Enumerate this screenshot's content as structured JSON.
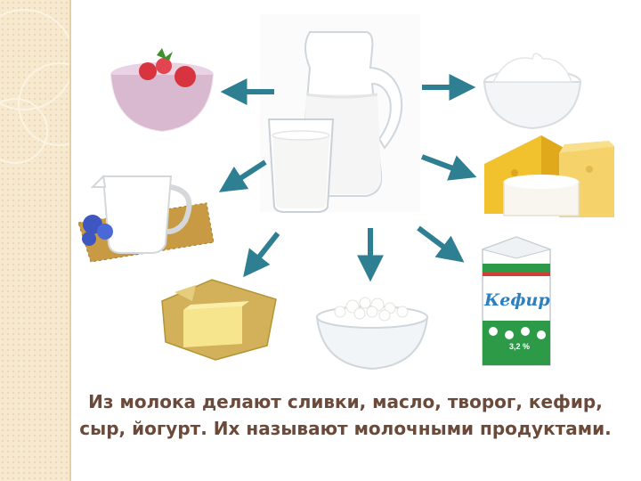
{
  "slide": {
    "caption_line1": "Из молока делают сливки, масло, творог, кефир,",
    "caption_line2": "сыр, йогурт. Их называют молочными продуктами.",
    "kefir_brand": "Кефир",
    "kefir_fat": "3,2 %"
  },
  "colors": {
    "arrow": "#2f7f93",
    "caption": "#6b4a3a",
    "sidebar": "#f6e9cf"
  },
  "icons": [
    "milk-jug-icon",
    "milk-glass-icon",
    "yogurt-bowl-icon",
    "cream-bowl-icon",
    "cheese-icon",
    "cream-pitcher-icon",
    "butter-icon",
    "cottage-cheese-icon",
    "kefir-carton-icon"
  ]
}
